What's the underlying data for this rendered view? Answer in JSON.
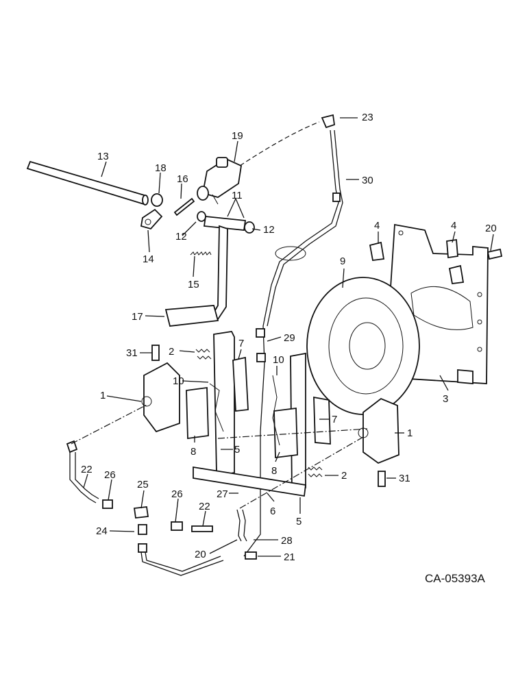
{
  "figure": {
    "code": "CA-05393A",
    "callouts": [
      "1",
      "2",
      "3",
      "4",
      "5",
      "6",
      "7",
      "8",
      "9",
      "10",
      "11",
      "12",
      "13",
      "14",
      "15",
      "16",
      "17",
      "18",
      "19",
      "20",
      "21",
      "22",
      "23",
      "24",
      "25",
      "26",
      "27",
      "28",
      "29",
      "30",
      "31"
    ]
  },
  "colors": {
    "ink": "#111111",
    "paper": "#ffffff"
  }
}
